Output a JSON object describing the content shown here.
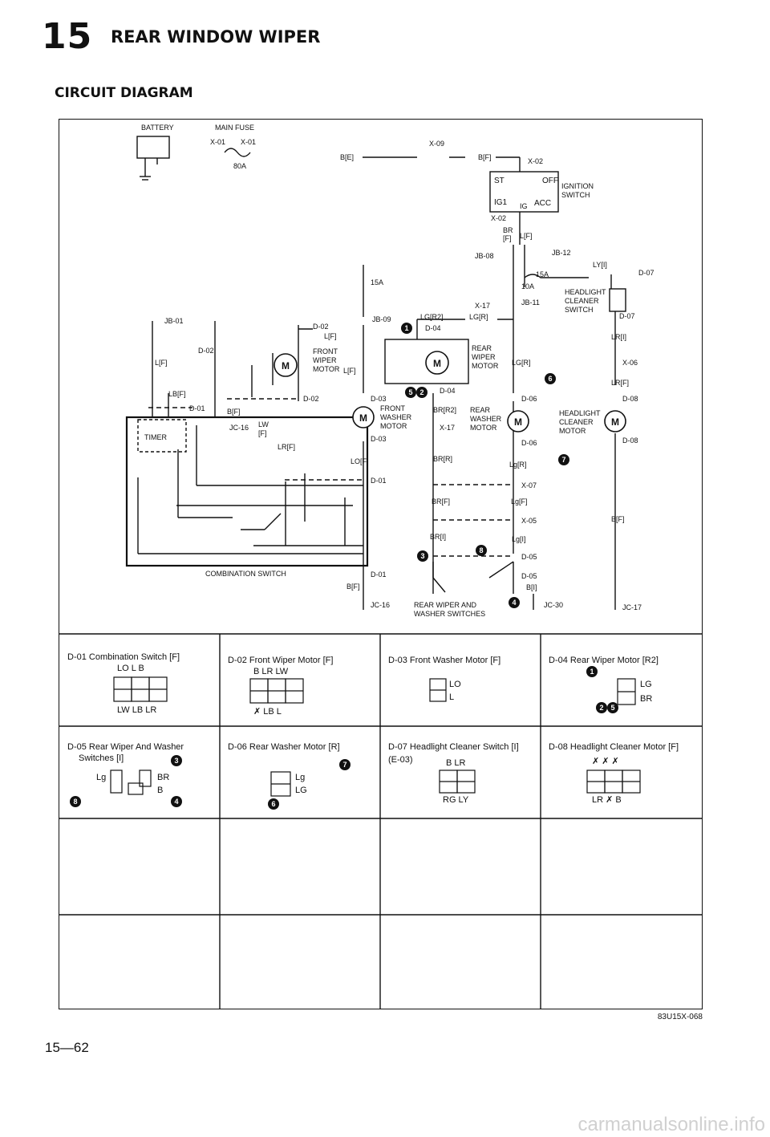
{
  "header": {
    "chapter_number": "15",
    "chapter_title": "REAR WINDOW WIPER"
  },
  "section_title": "CIRCUIT DIAGRAM",
  "diagram": {
    "battery": "BATTERY",
    "main_fuse": "MAIN FUSE",
    "x01a": "X-01",
    "x01b": "X-01",
    "fuse_80a": "80A",
    "b_e": "B[E]",
    "x09": "X-09",
    "b_f_top": "B[F]",
    "x02a": "X-02",
    "x02b": "X-02",
    "ign_st": "ST",
    "ign_off": "OFF",
    "ign_ig1": "IG1",
    "ign_ig2": "IG",
    "ign_acc": "ACC",
    "ignition_switch_1": "IGNITION",
    "ignition_switch_2": "SWITCH",
    "br_f": "BR",
    "f_small": "[F]",
    "l_f_top": "L[F]",
    "jb08": "JB-08",
    "jb12": "JB-12",
    "fuse15a_top": "15A",
    "ly_i": "LY[I]",
    "d07_top": "D-07",
    "headlight_cleaner_sw_1": "HEADLIGHT",
    "headlight_cleaner_sw_2": "CLEANER",
    "headlight_cleaner_sw_3": "SWITCH",
    "d07_b": "D-07",
    "lr_i": "LR[I]",
    "x06": "X-06",
    "lr_f": "LR[F]",
    "d08a": "D-08",
    "headlight_cleaner_motor_1": "HEADLIGHT",
    "headlight_cleaner_motor_2": "CLEANER",
    "headlight_cleaner_motor_3": "MOTOR",
    "d08b": "D-08",
    "b_f_right": "B[F]",
    "jc17": "JC-17",
    "fuse15a_mid": "15A",
    "fuse10a": "10A",
    "jb11": "JB-11",
    "x17a": "X-17",
    "lg_r2": "LG[R2]",
    "lg_r": "LG[R]",
    "d04a": "D-04",
    "jb09": "JB-09",
    "jb01": "JB-01",
    "d02_label": "D-02",
    "l_f_mid": "L[F]",
    "front_wiper_1": "FRONT",
    "front_wiper_2": "WIPER",
    "front_wiper_3": "MOTOR",
    "d02a": "D-02",
    "d02b": "D-02",
    "l_f_left": "L[F]",
    "lb_f": "LB[F]",
    "d01a": "D-01",
    "timer": "TIMER",
    "b_f_mid": "B[F]",
    "jc16a": "JC-16",
    "lw_f_1": "LW",
    "lw_f_2": "[F]",
    "lr_f_mid": "LR[F]",
    "l_f_jb09": "L[F]",
    "d03a": "D-03",
    "front_washer_1": "FRONT",
    "front_washer_2": "WASHER",
    "front_washer_3": "MOTOR",
    "d03b": "D-03",
    "lo_f": "LO[F]",
    "d01b": "D-01",
    "rear_wiper_1": "REAR",
    "rear_wiper_2": "WIPER",
    "rear_wiper_3": "MOTOR",
    "lg_r_b": "LG[R]",
    "d04b": "D-04",
    "br_r2": "BR[R2]",
    "rear_washer_1": "REAR",
    "rear_washer_2": "WASHER",
    "rear_washer_3": "MOTOR",
    "x17b": "X-17",
    "d06a": "D-06",
    "d06b": "D-06",
    "br_r": "BR[R]",
    "lg_r_low": "Lg[R]",
    "x07": "X-07",
    "br_f_low": "BR[F]",
    "lg_f_low": "Lg[F]",
    "x05": "X-05",
    "br_i": "BR[I]",
    "lg_i": "Lg[I]",
    "d05a": "D-05",
    "d05b": "D-05",
    "b_i": "B[I]",
    "combination_switch": "COMBINATION SWITCH",
    "d01c": "D-01",
    "b_f_low": "B[F]",
    "jc16b": "JC-16",
    "rear_wiper_washer_sw_1": "REAR WIPER AND",
    "rear_wiper_washer_sw_2": "WASHER SWITCHES",
    "jc30": "JC-30",
    "circle_1": "1",
    "circle_2": "2",
    "circle_3": "3",
    "circle_4": "4",
    "circle_5": "5",
    "circle_6": "6",
    "circle_7": "7",
    "circle_8": "8",
    "motor_symbol": "M"
  },
  "connectors": {
    "d01": {
      "title": "D-01 Combination Switch [F]",
      "top": "LO  L  B",
      "bottom": "LW  LB  LR"
    },
    "d02": {
      "title": "D-02 Front Wiper Motor [F]",
      "top": "B  LR  LW",
      "bottom": "✗  LB  L"
    },
    "d03": {
      "title": "D-03 Front Washer Motor [F]",
      "pin1": "LO",
      "pin2": "L"
    },
    "d04": {
      "title": "D-04 Rear Wiper Motor [R2]",
      "pin1": "LG",
      "pin2": "BR"
    },
    "d05": {
      "title": "D-05 Rear Wiper And Washer",
      "title2": "Switches [I]",
      "pin_lg": "Lg",
      "pin_br": "BR",
      "pin_b": "B"
    },
    "d06": {
      "title": "D-06 Rear Washer Motor [R]",
      "pin1": "Lg",
      "pin2": "LG"
    },
    "d07": {
      "title": "D-07 Headlight Cleaner Switch [I]",
      "sub": "(E-03)",
      "top": "B  LR",
      "bottom": "RG  LY"
    },
    "d08": {
      "title": "D-08 Headlight Cleaner Motor [F]",
      "top": "✗  ✗  ✗",
      "bottom": "LR  ✗  B"
    }
  },
  "figure_code": "83U15X-068",
  "page_number": "15—62",
  "watermark": "carmanualsonline.info"
}
